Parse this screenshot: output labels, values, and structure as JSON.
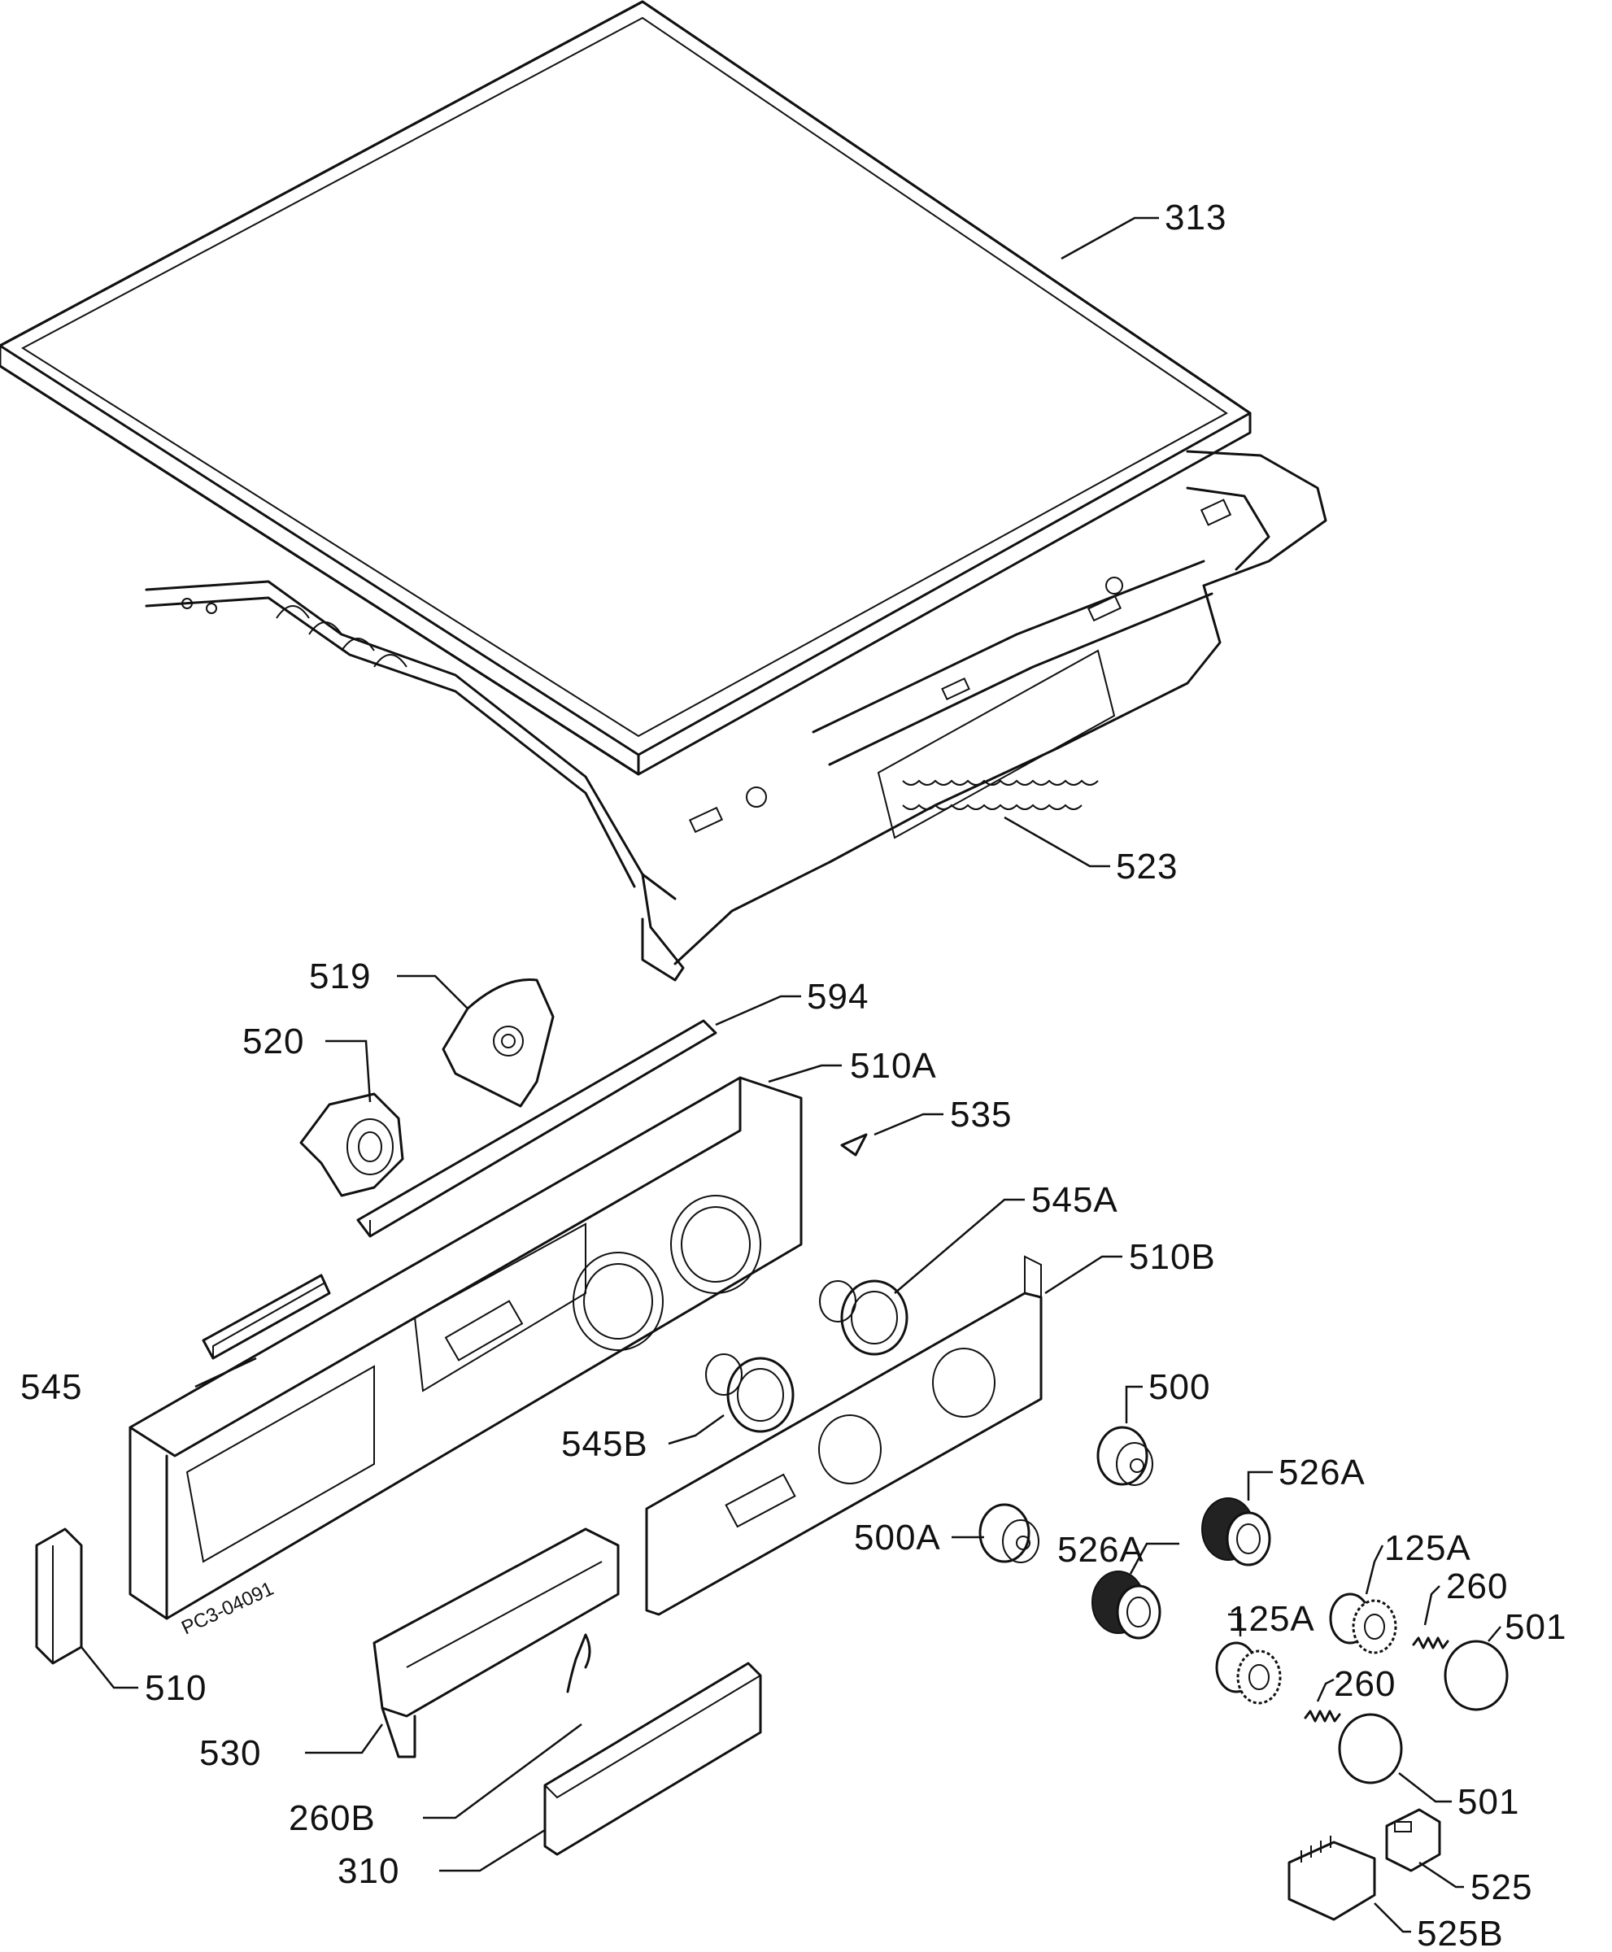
{
  "labels": {
    "l313": "313",
    "l523": "523",
    "l519": "519",
    "l594": "594",
    "l520": "520",
    "l510A": "510A",
    "l535": "535",
    "l545A": "545A",
    "l510B": "510B",
    "l545": "545",
    "l500": "500",
    "l545B": "545B",
    "l526A_1": "526A",
    "l500A": "500A",
    "l526A_2": "526A",
    "l125A_1": "125A",
    "l260_1": "260",
    "l125A_2": "125A",
    "l501_1": "501",
    "l260_2": "260",
    "l510": "510",
    "l530": "530",
    "l501_2": "501",
    "l260B": "260B",
    "l310": "310",
    "l525": "525",
    "l525B": "525B"
  },
  "stamp": "PC3-04091"
}
